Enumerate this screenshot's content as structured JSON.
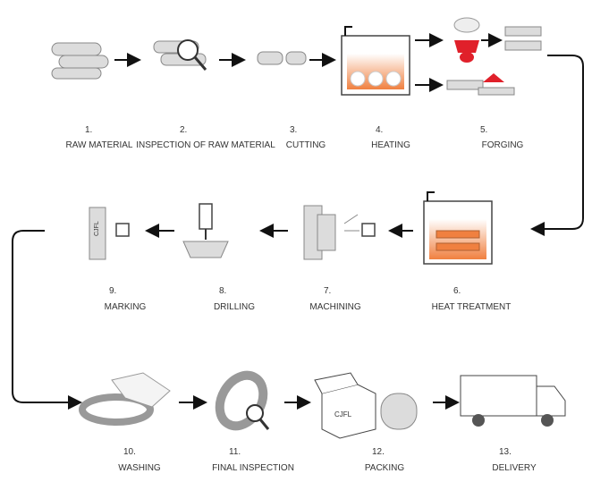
{
  "steps": [
    {
      "number": "1.",
      "label": "RAW MATERIAL"
    },
    {
      "number": "2.",
      "label": "INSPECTION OF RAW MATERIAL"
    },
    {
      "number": "3.",
      "label": "CUTTING"
    },
    {
      "number": "4.",
      "label": "HEATING"
    },
    {
      "number": "5.",
      "label": "FORGING"
    },
    {
      "number": "6.",
      "label": "HEAT TREATMENT"
    },
    {
      "number": "7.",
      "label": "MACHINING"
    },
    {
      "number": "8.",
      "label": "DRILLING"
    },
    {
      "number": "9.",
      "label": "MARKING"
    },
    {
      "number": "10.",
      "label": "WASHING"
    },
    {
      "number": "11.",
      "label": "FINAL INSPECTION"
    },
    {
      "number": "12.",
      "label": "PACKING"
    },
    {
      "number": "13.",
      "label": "DELIVERY"
    }
  ],
  "brand_marks": {
    "flange_marking": "CJFL",
    "box_print": "CJFL"
  },
  "colors": {
    "furnace_glow": "#f08040",
    "forging_red": "#e0202a",
    "arrow": "#111111"
  }
}
